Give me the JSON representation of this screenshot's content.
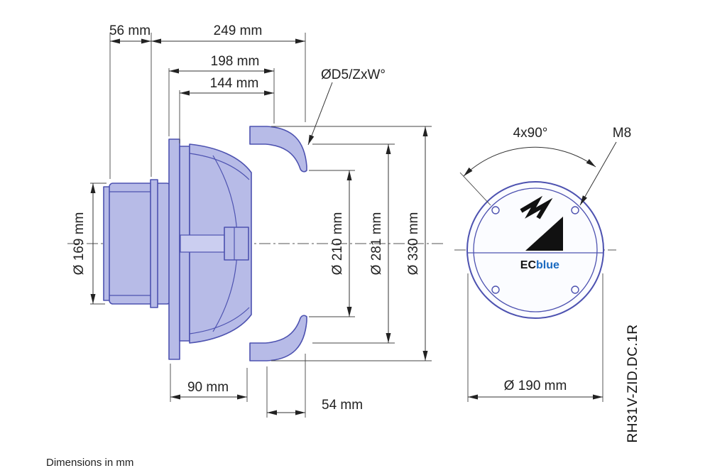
{
  "drawing": {
    "side_view": {
      "dim_motor_rear": "56 mm",
      "dim_total_depth": "249 mm",
      "dim_depth_198": "198 mm",
      "dim_depth_144": "144 mm",
      "bore_label": "ØD5/ZxW°",
      "dim_motor_diameter": "Ø 169 mm",
      "dim_inlet_diameter": "Ø 210 mm",
      "dim_impeller_diameter": "Ø 281 mm",
      "dim_outer_diameter": "Ø 330 mm",
      "dim_plate_depth": "90 mm",
      "dim_inlet_depth": "54 mm"
    },
    "front_view": {
      "dim_bolt_pattern": "4x90°",
      "bolt_thread": "M8",
      "dim_bolt_circle": "Ø 190 mm",
      "logo_ec": "EC",
      "logo_blue": "blue"
    },
    "model_number": "RH31V-ZID.DC.1R",
    "footer_note": "Dimensions in mm",
    "colors": {
      "part_fill": "#b7bbe7",
      "part_stroke": "#4d52b0",
      "dimension_line": "#333333",
      "logo_blue": "#1a6ac0"
    }
  }
}
